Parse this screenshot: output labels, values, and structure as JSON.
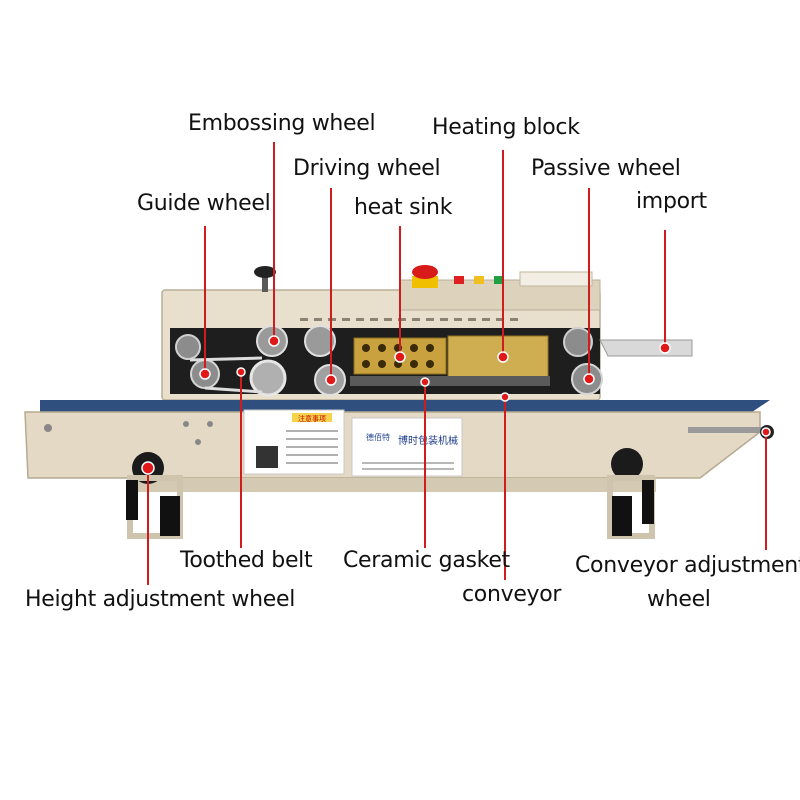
{
  "labels": {
    "embossing_wheel": "Embossing wheel",
    "heating_block": "Heating block",
    "driving_wheel": "Driving wheel",
    "passive_wheel": "Passive wheel",
    "guide_wheel": "Guide wheel",
    "heat_sink": "heat sink",
    "import": "import",
    "toothed_belt": "Toothed belt",
    "ceramic_gasket": "Ceramic gasket",
    "conveyor": "conveyor",
    "conveyor_adjustment_line1": "Conveyor adjustment",
    "conveyor_adjustment_line2": "wheel",
    "height_adjustment_wheel": "Height adjustment wheel"
  },
  "panel": {
    "brand_cn": "博时包装机械",
    "brand_small": "德佰特",
    "notice_title": "注意事项"
  },
  "colors": {
    "machine_body": "#e6dcc8",
    "machine_shadow": "#bfb49c",
    "heating_block": "#c8a84a",
    "leader_line": "#d01c1c",
    "marker_dot": "#e01818",
    "conveyor_belt": "#2a4a78",
    "mechanism_dark": "#1c1c1c"
  }
}
